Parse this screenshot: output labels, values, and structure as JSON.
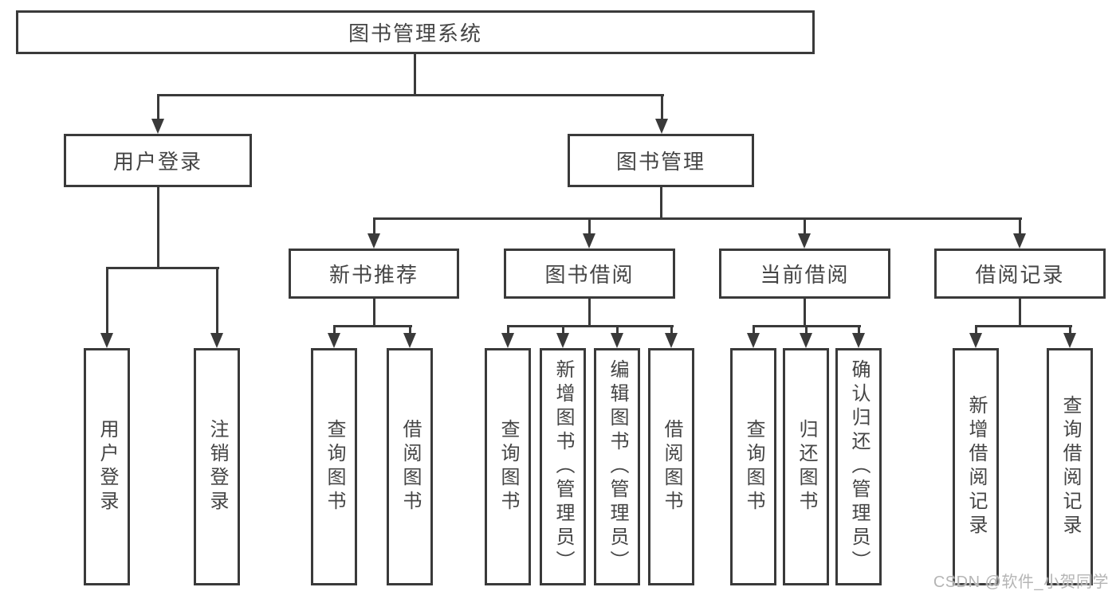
{
  "tree": {
    "root": {
      "label": "图书管理系统"
    },
    "branches": [
      {
        "label": "用户登录",
        "children": [
          {
            "label": "用户登录"
          },
          {
            "label": "注销登录"
          }
        ]
      },
      {
        "label": "图书管理",
        "children": [
          {
            "label": "新书推荐",
            "children": [
              {
                "label": "查询图书"
              },
              {
                "label": "借阅图书"
              }
            ]
          },
          {
            "label": "图书借阅",
            "children": [
              {
                "label": "查询图书"
              },
              {
                "label": "新增图书（管理员）"
              },
              {
                "label": "编辑图书（管理员）"
              },
              {
                "label": "借阅图书"
              }
            ]
          },
          {
            "label": "当前借阅",
            "children": [
              {
                "label": "查询图书"
              },
              {
                "label": "归还图书"
              },
              {
                "label": "确认归还（管理员）"
              }
            ]
          },
          {
            "label": "借阅记录",
            "children": [
              {
                "label": "新增借阅记录"
              },
              {
                "label": "查询借阅记录"
              }
            ]
          }
        ]
      }
    ]
  },
  "watermark": {
    "text": "CSDN @软件_小贺同学"
  },
  "colors": {
    "line": "#3a3a3a",
    "text": "#454545",
    "watermark": "#b5b5b5",
    "background": "#ffffff"
  }
}
